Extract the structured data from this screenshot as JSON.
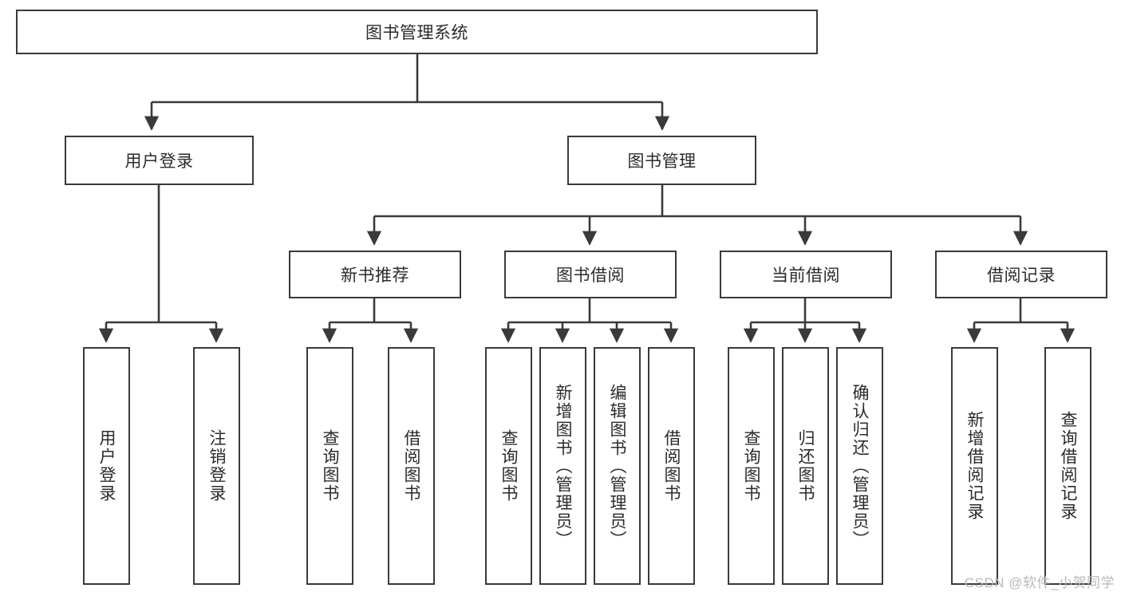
{
  "diagram": {
    "type": "tree-hierarchy-chart",
    "title": "图书管理系统",
    "colors": {
      "stroke": "#3a3a3a",
      "text": "#2b2b2b",
      "background": "#ffffff",
      "watermark": "#b9b9b9"
    },
    "root": {
      "label": "图书管理系统",
      "orientation": "horizontal"
    },
    "level2": [
      {
        "label": "用户登录",
        "orientation": "horizontal"
      },
      {
        "label": "图书管理",
        "orientation": "horizontal"
      }
    ],
    "level3": [
      {
        "label": "新书推荐",
        "orientation": "horizontal"
      },
      {
        "label": "图书借阅",
        "orientation": "horizontal"
      },
      {
        "label": "当前借阅",
        "orientation": "horizontal"
      },
      {
        "label": "借阅记录",
        "orientation": "horizontal"
      }
    ],
    "leaves": {
      "user_login": [
        {
          "label": "用户登录",
          "orientation": "vertical"
        },
        {
          "label": "注销登录",
          "orientation": "vertical"
        }
      ],
      "new_book_recommend": [
        {
          "label": "查询图书",
          "orientation": "vertical"
        },
        {
          "label": "借阅图书",
          "orientation": "vertical"
        }
      ],
      "book_borrow": [
        {
          "label": "查询图书",
          "orientation": "vertical"
        },
        {
          "label": "新增图书（管理员）",
          "orientation": "vertical"
        },
        {
          "label": "编辑图书（管理员）",
          "orientation": "vertical"
        },
        {
          "label": "借阅图书",
          "orientation": "vertical"
        }
      ],
      "current_borrow": [
        {
          "label": "查询图书",
          "orientation": "vertical"
        },
        {
          "label": "归还图书",
          "orientation": "vertical"
        },
        {
          "label": "确认归还（管理员）",
          "orientation": "vertical"
        }
      ],
      "borrow_record": [
        {
          "label": "新增借阅记录",
          "orientation": "vertical"
        },
        {
          "label": "查询借阅记录",
          "orientation": "vertical"
        }
      ]
    }
  },
  "watermark": {
    "text": "CSDN @软件_小贺同学"
  }
}
